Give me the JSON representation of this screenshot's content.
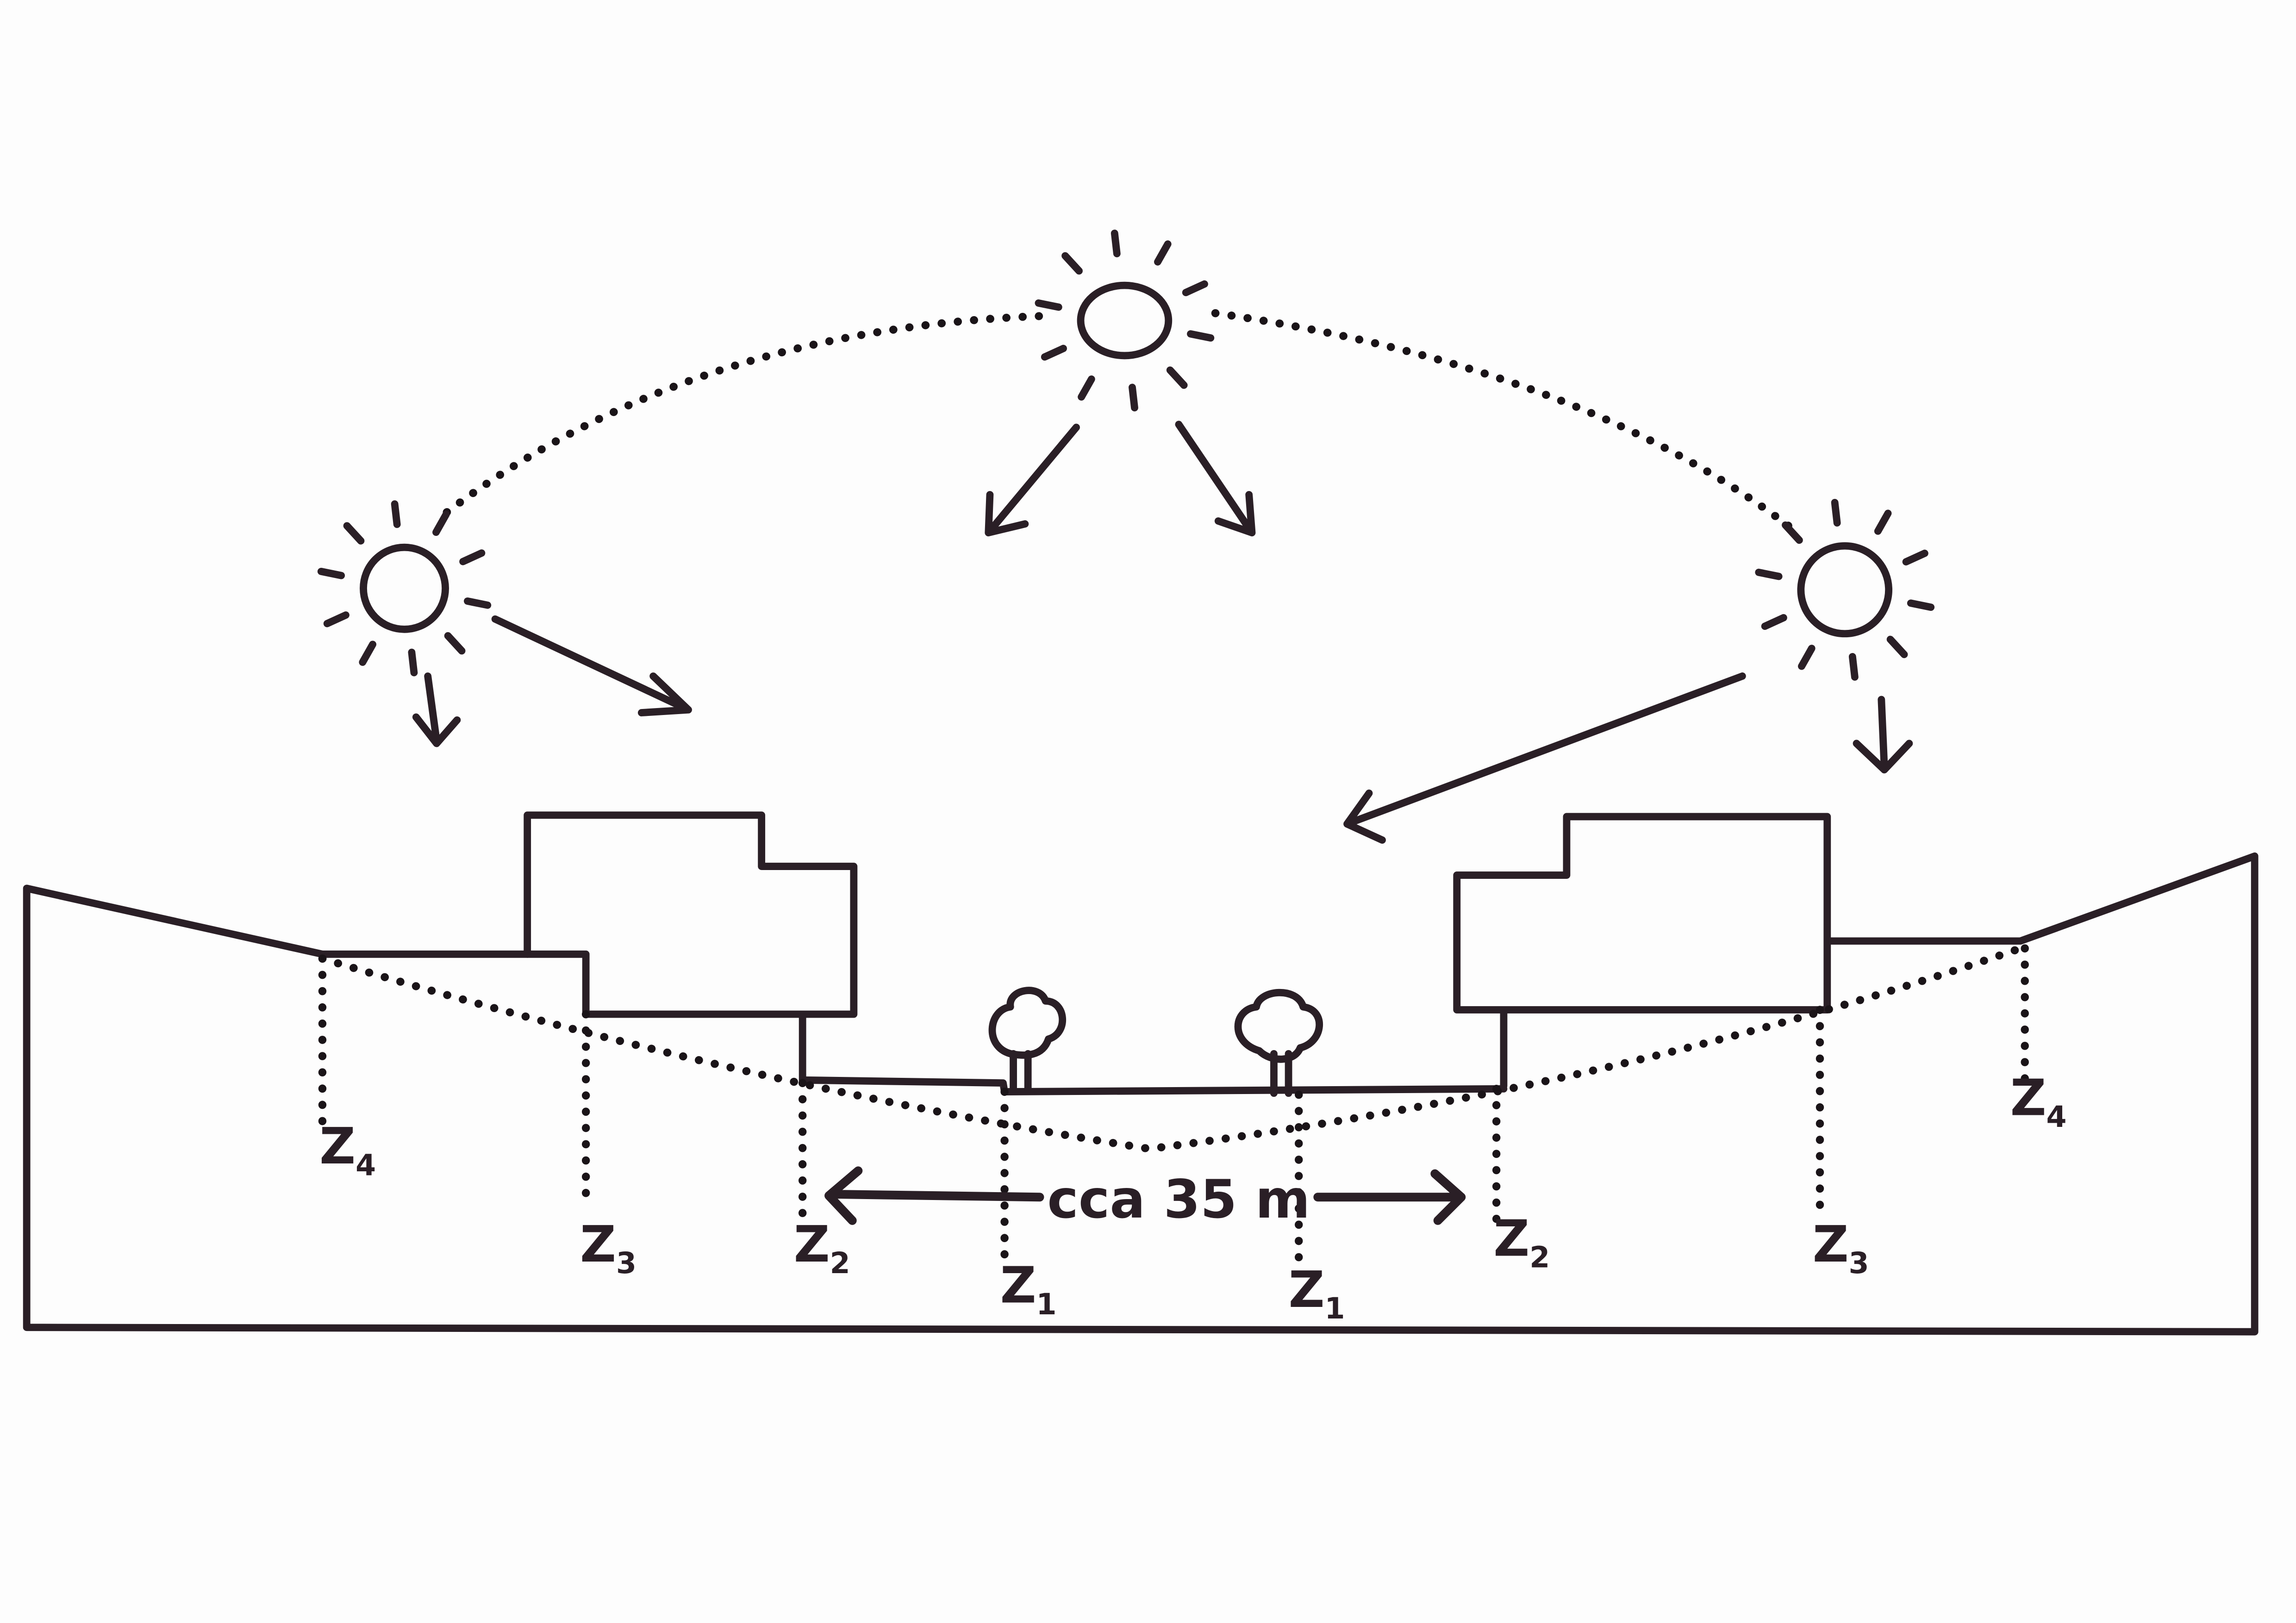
{
  "diagram": {
    "zone_labels": [
      {
        "letter": "Z",
        "index": "4"
      },
      {
        "letter": "Z",
        "index": "3"
      },
      {
        "letter": "Z",
        "index": "2"
      },
      {
        "letter": "Z",
        "index": "1"
      },
      {
        "letter": "Z",
        "index": "1"
      },
      {
        "letter": "Z",
        "index": "2"
      },
      {
        "letter": "Z",
        "index": "3"
      },
      {
        "letter": "Z",
        "index": "4"
      }
    ],
    "dimension_label": "cca 35 m",
    "colors": {
      "ink": "#2a1f26",
      "paper": "#fdfdfd"
    }
  }
}
